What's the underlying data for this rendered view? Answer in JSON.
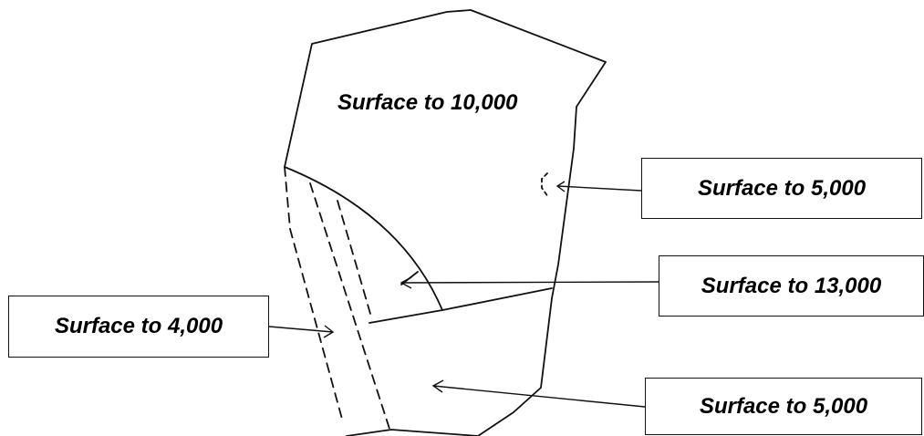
{
  "regions": {
    "main_label": "Surface to 10,000"
  },
  "callouts": {
    "top_right": "Surface to 5,000",
    "middle_right": "Surface to 13,000",
    "left": "Surface to 4,000",
    "bottom_right": "Surface to 5,000"
  },
  "colors": {
    "line": "#111111",
    "background": "#ffffff"
  }
}
